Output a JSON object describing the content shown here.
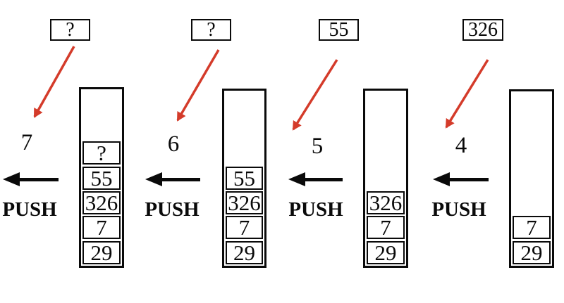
{
  "diagram": {
    "background": "#ffffff",
    "colors": {
      "arrow_red": "#d43b2a",
      "ink": "#0a0a0a"
    },
    "columns": [
      {
        "incoming_value": "?",
        "step_number": "7",
        "action_label": "PUSH",
        "stack_cells": [
          "?",
          "55",
          "326",
          "7",
          "29"
        ]
      },
      {
        "incoming_value": "?",
        "step_number": "6",
        "action_label": "PUSH",
        "stack_cells": [
          "55",
          "326",
          "7",
          "29"
        ]
      },
      {
        "incoming_value": "55",
        "step_number": "5",
        "action_label": "PUSH",
        "stack_cells": [
          "326",
          "7",
          "29"
        ]
      },
      {
        "incoming_value": "326",
        "step_number": "4",
        "action_label": "PUSH",
        "stack_cells": [
          "7",
          "29"
        ]
      }
    ]
  }
}
